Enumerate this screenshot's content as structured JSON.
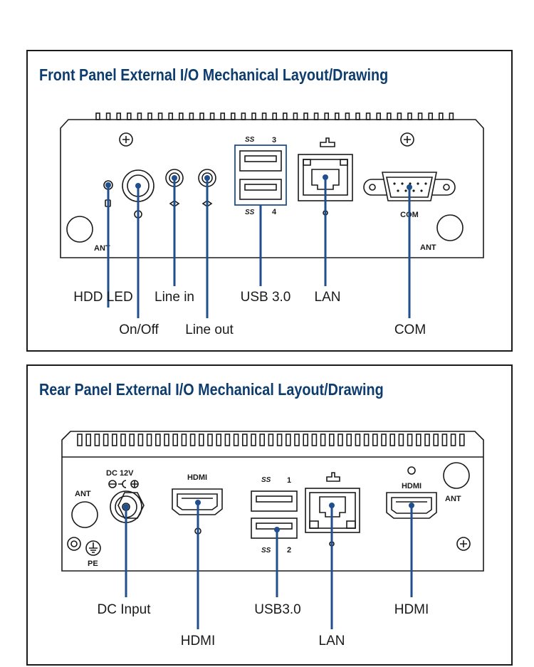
{
  "front_panel": {
    "title": "Front Panel External I/O Mechanical Layout/Drawing",
    "device_labels": {
      "ant_left": "ANT",
      "ant_right": "ANT",
      "usb_top": "3",
      "usb_bottom": "4",
      "ss_mark": "SS",
      "com_mark": "COM"
    },
    "callouts": {
      "hdd_led": "HDD LED",
      "on_off": "On/Off",
      "line_in": "Line in",
      "line_out": "Line out",
      "usb": "USB 3.0",
      "lan": "LAN",
      "com": "COM"
    }
  },
  "rear_panel": {
    "title": "Rear Panel External I/O Mechanical Layout/Drawing",
    "device_labels": {
      "dc_rating": "DC 12V",
      "ant_left": "ANT",
      "ant_right": "ANT",
      "pe": "PE",
      "hdmi_left": "HDMI",
      "hdmi_right": "HDMI",
      "usb_top": "1",
      "usb_bottom": "2",
      "ss_mark": "SS"
    },
    "callouts": {
      "dc_input": "DC Input",
      "hdmi_lower": "HDMI",
      "usb": "USB3.0",
      "lan": "LAN",
      "hdmi_right": "HDMI"
    }
  }
}
